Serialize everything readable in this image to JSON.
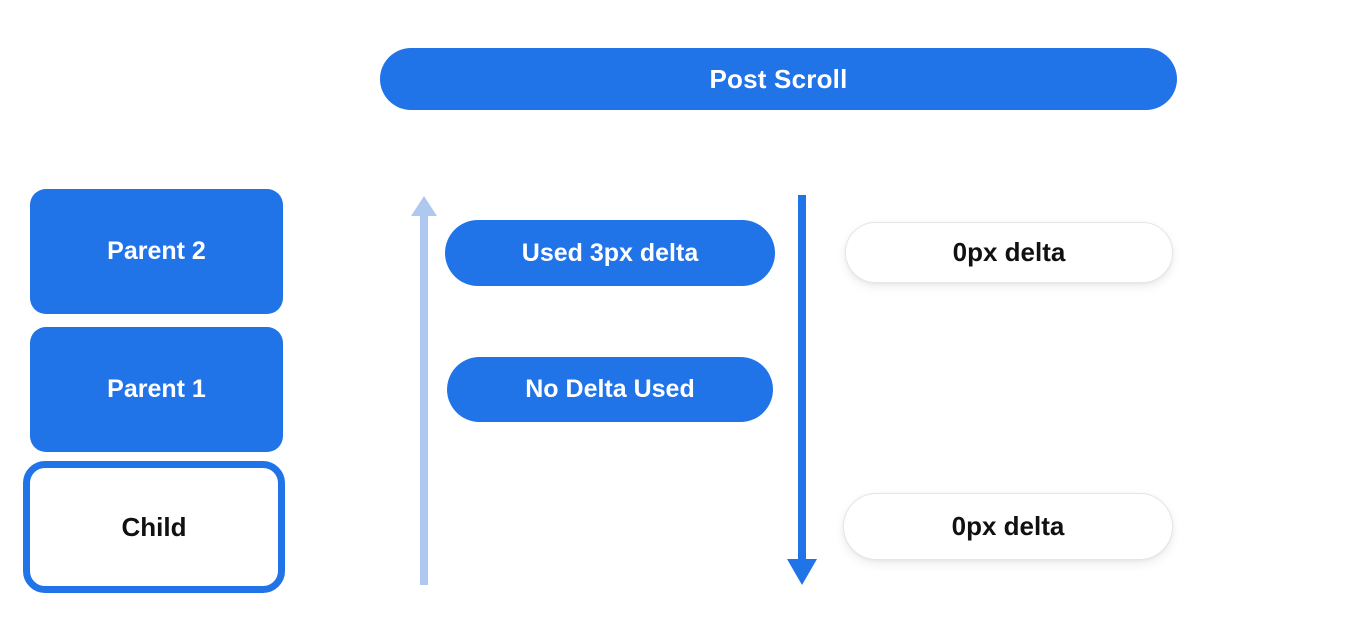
{
  "colors": {
    "blue": "#2173e8",
    "light_blue": "#aec8f0",
    "text_dark": "#111111",
    "background": "#ffffff"
  },
  "banner": {
    "label": "Post Scroll"
  },
  "stack": {
    "parent2_label": "Parent 2",
    "parent1_label": "Parent 1",
    "child_label": "Child"
  },
  "scroll_annotations": {
    "used_delta_label": "Used 3px delta",
    "no_delta_label": "No Delta Used",
    "delta_top_label": "0px delta",
    "delta_bottom_label": "0px delta"
  },
  "icons": {
    "up_arrow": "upward-scroll-arrow",
    "down_arrow": "downward-scroll-arrow"
  }
}
